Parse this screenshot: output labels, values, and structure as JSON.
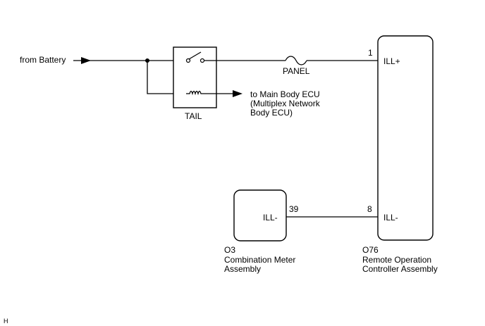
{
  "diagram": {
    "source_label": "from Battery",
    "relay_name": "TAIL",
    "fuse_name": "PANEL",
    "branch_label_lines": [
      "to Main Body ECU",
      "(Multiplex Network",
      "Body ECU)"
    ],
    "remote_controller": {
      "code": "O76",
      "name_lines": [
        "Remote Operation",
        "Controller Assembly"
      ],
      "pins": [
        {
          "number": "1",
          "name": "ILL+"
        },
        {
          "number": "8",
          "name": "ILL-"
        }
      ]
    },
    "combination_meter": {
      "code": "O3",
      "name_lines": [
        "Combination Meter",
        "Assembly"
      ],
      "pins": [
        {
          "number": "39",
          "name": "ILL-"
        }
      ]
    },
    "corner_mark": "H"
  }
}
